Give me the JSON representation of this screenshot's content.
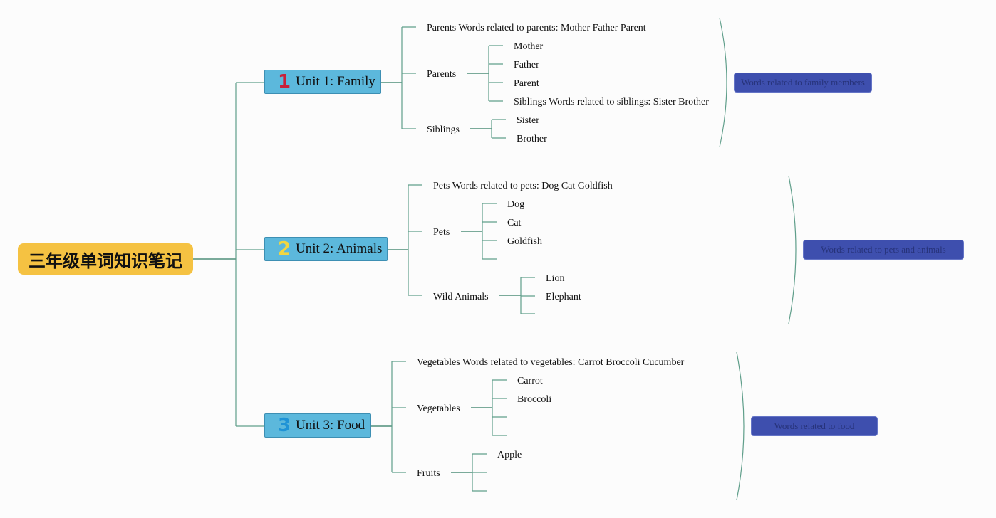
{
  "root": {
    "title": "三年级单词知识笔记"
  },
  "units": [
    {
      "badge": "1",
      "badge_color": "#c8203a",
      "title": "Unit 1: Family",
      "summary": "Words related to family members",
      "groups": [
        {
          "label": "Parents Words related to parents: Mother Father Parent",
          "children": []
        },
        {
          "label": "Parents",
          "children": [
            "Mother",
            "Father",
            "Parent",
            "Siblings Words related to siblings: Sister Brother"
          ]
        },
        {
          "label": "Siblings",
          "children": [
            "Sister",
            "Brother"
          ]
        }
      ]
    },
    {
      "badge": "2",
      "badge_color": "#f2d640",
      "title": "Unit 2: Animals",
      "summary": "Words related to pets and animals",
      "groups": [
        {
          "label": "Pets Words related to pets: Dog Cat Goldfish",
          "children": []
        },
        {
          "label": "Pets",
          "children": [
            "Dog",
            "Cat",
            "Goldfish",
            ""
          ]
        },
        {
          "label": "Wild Animals",
          "children": [
            "Lion",
            "Elephant",
            ""
          ]
        }
      ]
    },
    {
      "badge": "3",
      "badge_color": "#1f93d6",
      "title": "Unit 3: Food",
      "summary": "Words related to food",
      "groups": [
        {
          "label": "Vegetables Words related to vegetables: Carrot Broccoli Cucumber",
          "children": []
        },
        {
          "label": "Vegetables",
          "children": [
            "Carrot",
            "Broccoli",
            "",
            ""
          ]
        },
        {
          "label": "Fruits",
          "children": [
            "Apple",
            "",
            ""
          ]
        }
      ]
    }
  ],
  "colors": {
    "line": "#5f9e8a",
    "root_bg": "#f5c242",
    "unit_bg": "#5cb8dc",
    "summary_bg": "#3e4fae"
  }
}
